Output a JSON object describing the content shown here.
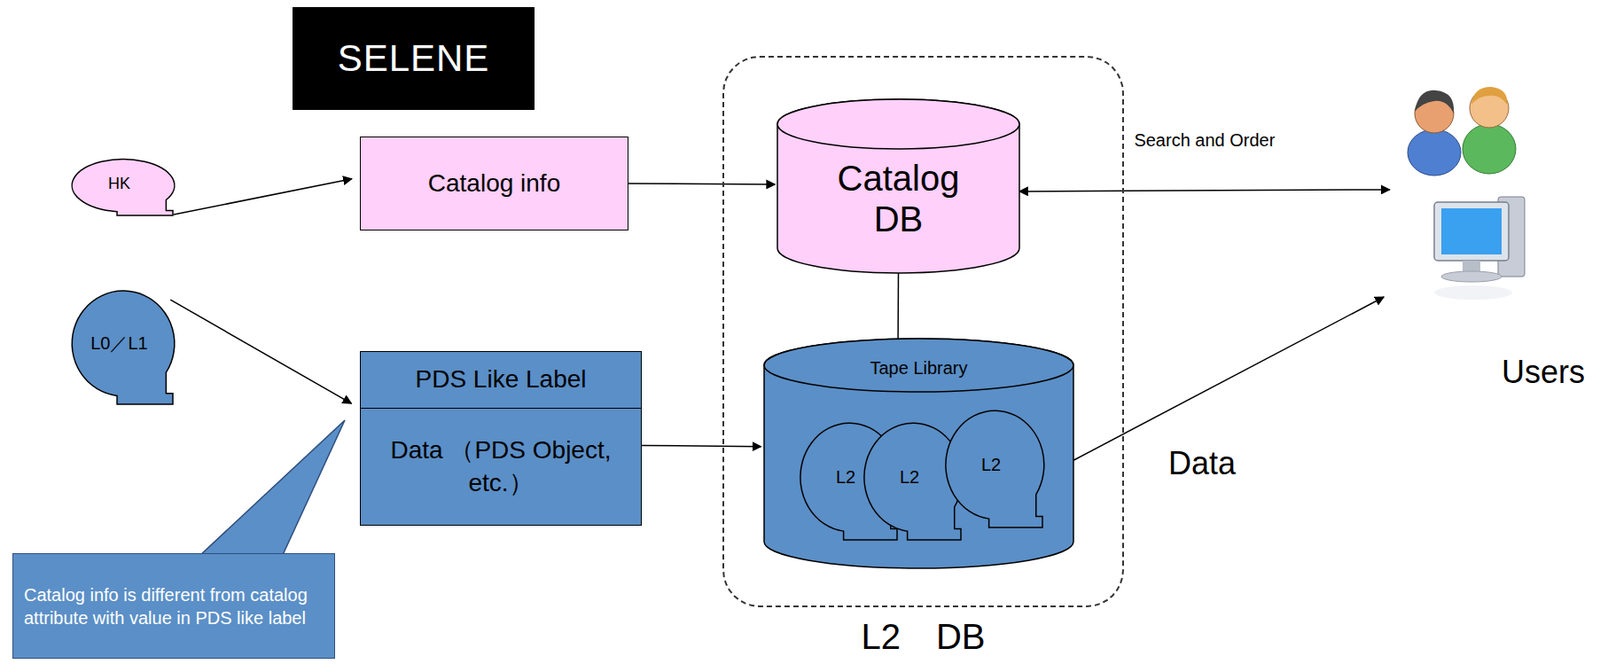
{
  "diagram": {
    "nodes": [
      {
        "text": [
          "SELENE"
        ]
      },
      {
        "text": [
          "HK"
        ]
      },
      {
        "text": [
          "L0／L1"
        ]
      },
      {
        "text": [
          "Catalog info"
        ]
      },
      {
        "text": [
          "PDS Like Label",
          "Data （PDS Object, etc.）"
        ]
      },
      {
        "text": [
          "L2　DB"
        ]
      },
      {
        "text": [
          "Catalog DB"
        ],
        "in": 5
      },
      {
        "text": [
          "Tape Library"
        ],
        "in": 5
      },
      {
        "text": [
          "L2"
        ],
        "in": 7
      },
      {
        "text": [
          "L2"
        ],
        "in": 7
      },
      {
        "text": [
          "L2"
        ],
        "in": 7
      },
      {
        "text": [
          "Users"
        ]
      },
      {
        "text": [
          "Catalog info is different from catalog attribute with value in PDS like label"
        ]
      }
    ],
    "edges": [
      {
        "from": 1,
        "to": 3,
        "arrow": "to"
      },
      {
        "from": 2,
        "to": 4,
        "arrow": "to"
      },
      {
        "from": 3,
        "to": 6,
        "arrow": "to"
      },
      {
        "from": 4,
        "to": 7,
        "arrow": "to"
      },
      {
        "from": 6,
        "to": 7,
        "arrow": "none"
      },
      {
        "from": 6,
        "to": 11,
        "label": "Search and Order",
        "arrow": "both"
      },
      {
        "from": 7,
        "to": 11,
        "label": "Data",
        "arrow": "to"
      }
    ]
  }
}
